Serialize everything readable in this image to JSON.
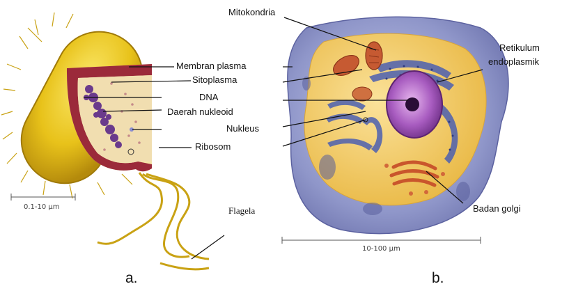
{
  "prokaryote": {
    "labels": {
      "membran_plasma": "Membran plasma",
      "sitoplasma": "Sitoplasma",
      "dna": "DNA",
      "daerah_nukleoid": "Daerah nukleoid",
      "nukleus": "Nukleus",
      "ribosom": "Ribosom",
      "flagela": "Flagela"
    },
    "scale": "0.1-10 µm",
    "panel": "a."
  },
  "eukaryote": {
    "labels": {
      "mitokondria": "Mitokondria",
      "retikulum_line1": "Retikulum",
      "retikulum_line2": "endoplasmik",
      "badan_golgi": "Badan golgi"
    },
    "scale": "10-100 µm",
    "panel": "b."
  },
  "colors": {
    "bacteria_yellow": "#e8c21a",
    "bacteria_dark": "#b48a0c",
    "capsule_red": "#9b2a3a",
    "dna_purple": "#6a3a8c",
    "cell_blue": "#8f96c9",
    "cytoplasm_yellow": "#f2cc5a",
    "nucleus_purple": "#8e4aa8",
    "golgi_orange": "#d2683a"
  }
}
